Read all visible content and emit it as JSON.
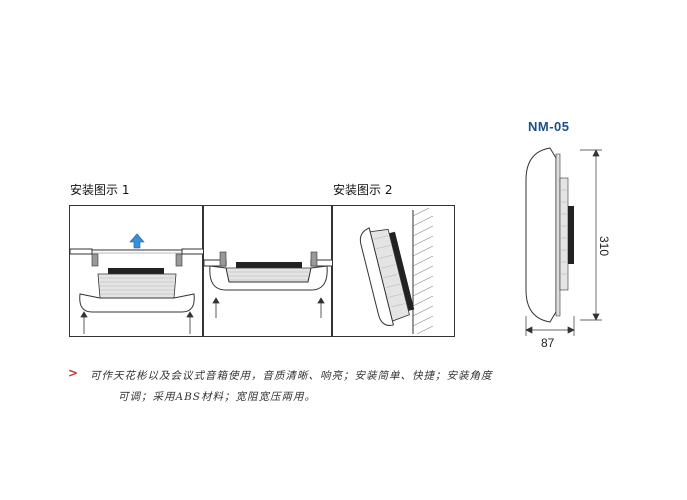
{
  "model": "NM-05",
  "figure1_label": "安装图示 1",
  "figure2_label": "安装图示 2",
  "dimensions": {
    "height": "310",
    "width": "87"
  },
  "note": {
    "marker": ">",
    "line1": "可作天花彬以及会议式音箱使用，音质清晰、响亮；安装简单、快捷；安装角度",
    "line2": "可调；采用ABS材料；宽阻宽压兩用。"
  },
  "colors": {
    "model_title": "#1e4f86",
    "note_marker": "#c0392b",
    "arrow": "#3a8fd6"
  }
}
